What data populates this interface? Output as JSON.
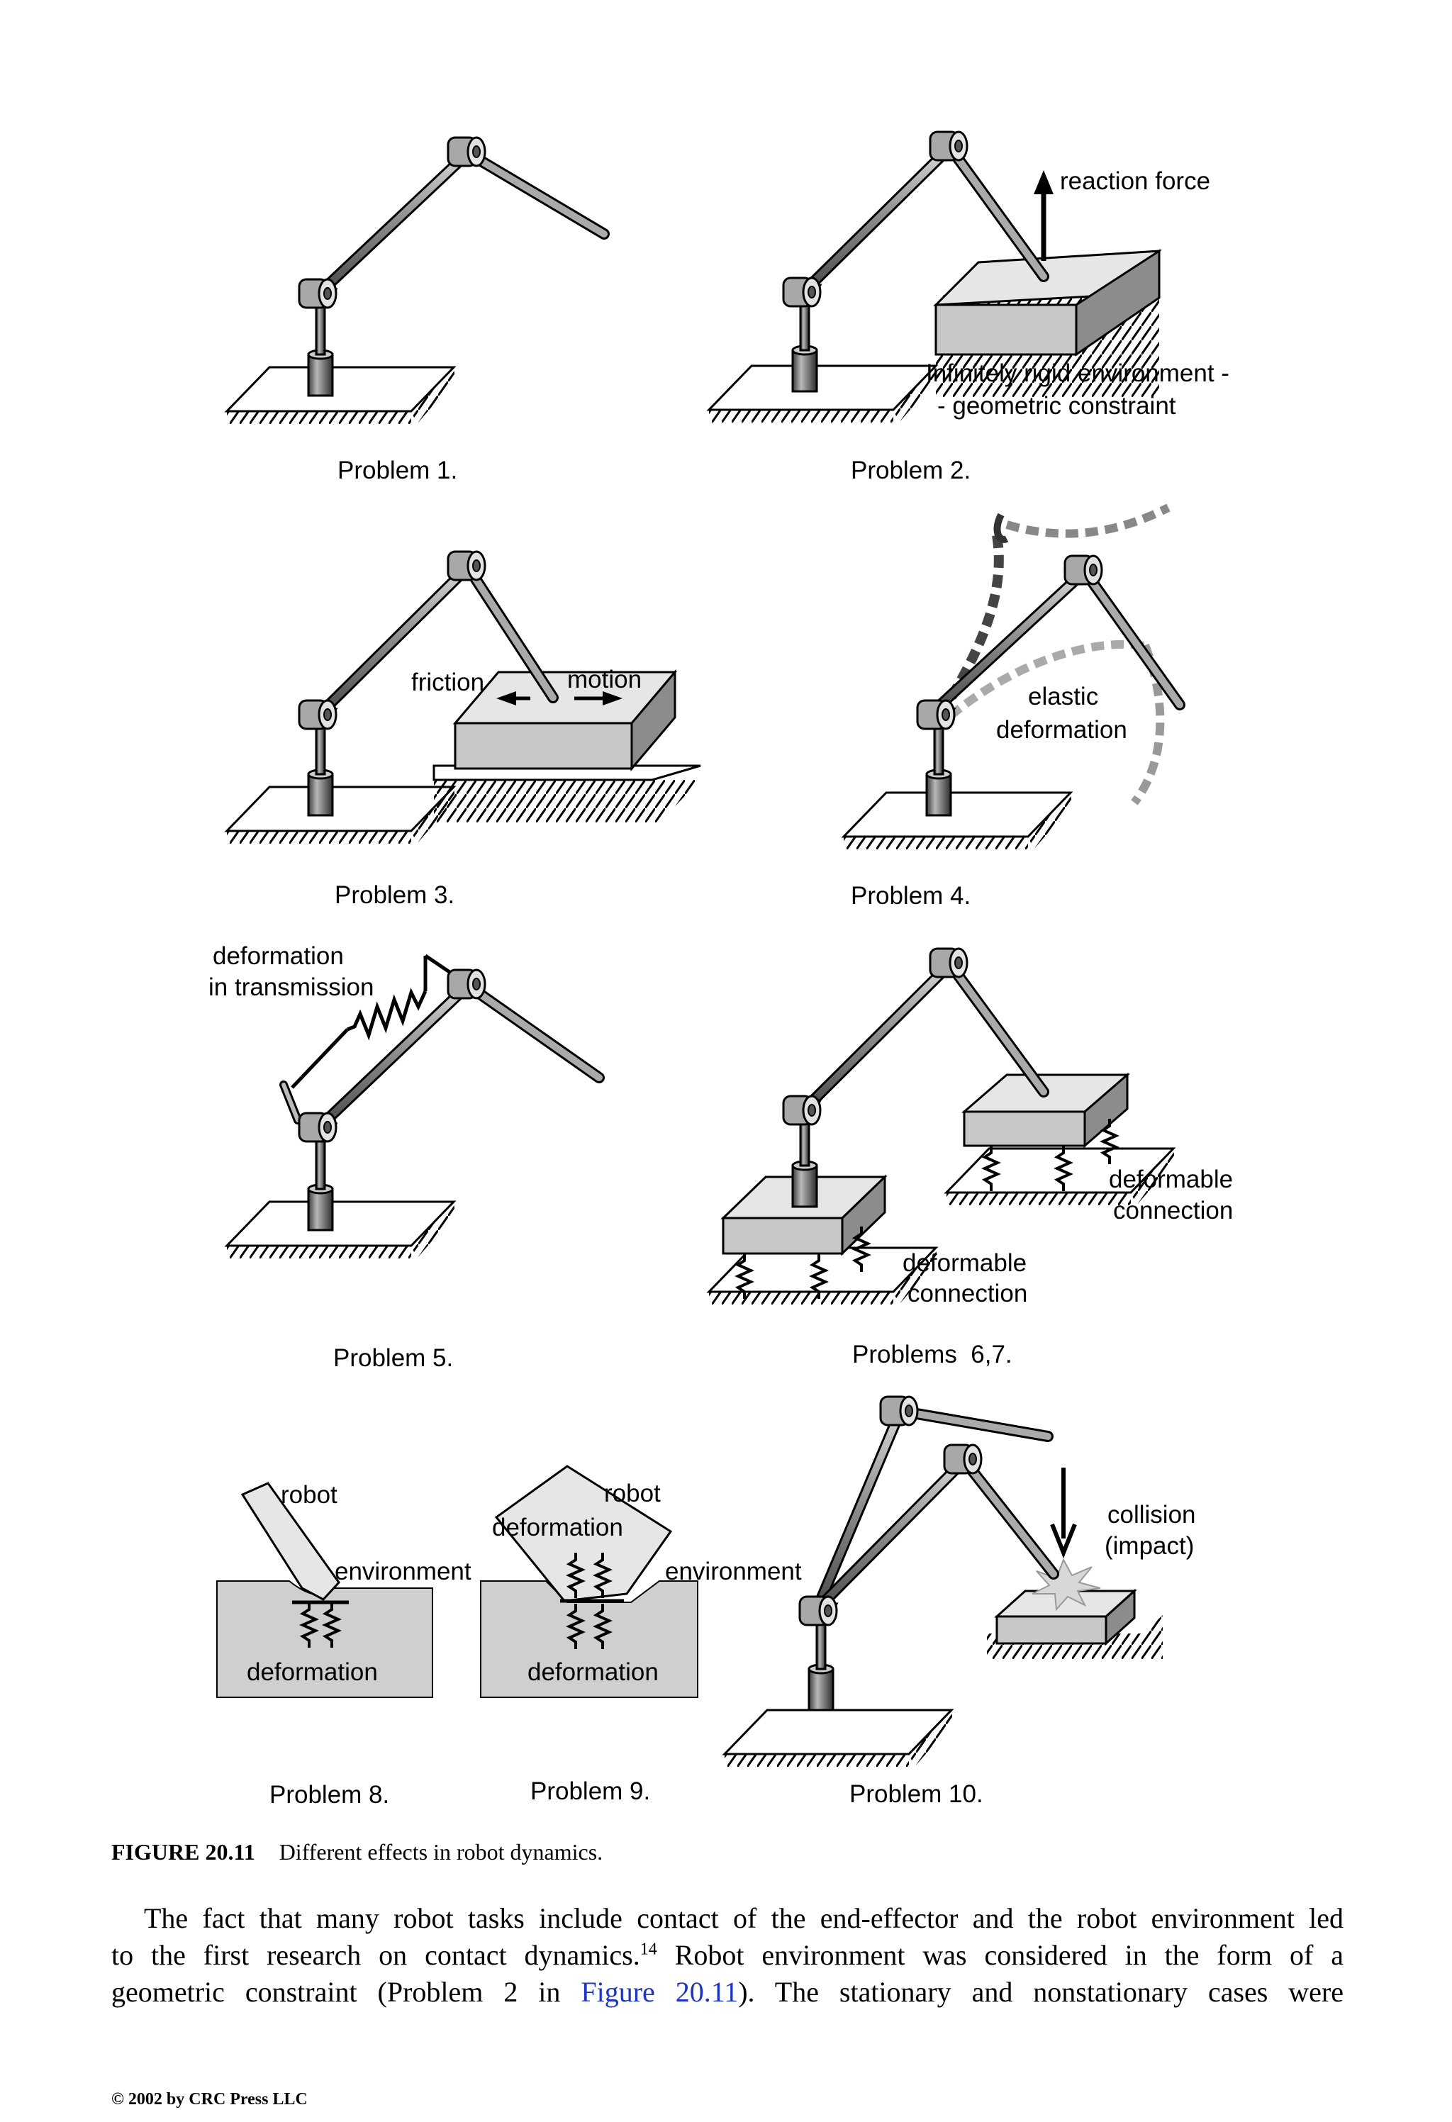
{
  "figure": {
    "problems": [
      "Problem 1.",
      "Problem 2.",
      "Problem 3.",
      "Problem 4.",
      "Problem 5.",
      "Problems  6,7.",
      "Problem 8.",
      "Problem 9.",
      "Problem 10."
    ],
    "labels": {
      "reaction_force": "reaction force",
      "rigid_env_1": "Infinitely rigid environment -",
      "rigid_env_2": "- geometric constraint",
      "friction": "friction",
      "motion": "motion",
      "elastic": "elastic",
      "deformation": "deformation",
      "deformation_in": "deformation",
      "in_transmission": "in transmission",
      "deformable": "deformable",
      "connection": "connection",
      "robot": "robot",
      "environment": "environment",
      "collision": "collision",
      "impact": "(impact)"
    }
  },
  "caption": {
    "number": "FIGURE 20.11",
    "text": "Different effects in robot dynamics."
  },
  "body": {
    "line1": "The fact that many robot tasks include contact of the end-effector and the robot environment led",
    "line2_a": "to the first research on contact dynamics.",
    "line2_ref": "14",
    "line2_b": " Robot environment was considered in the form of a",
    "line3_a": "geometric constraint (Problem 2 in ",
    "line3_link": "Figure 20.11",
    "line3_b": "). The stationary and nonstationary cases were"
  },
  "footer": "© 2002 by CRC Press LLC"
}
